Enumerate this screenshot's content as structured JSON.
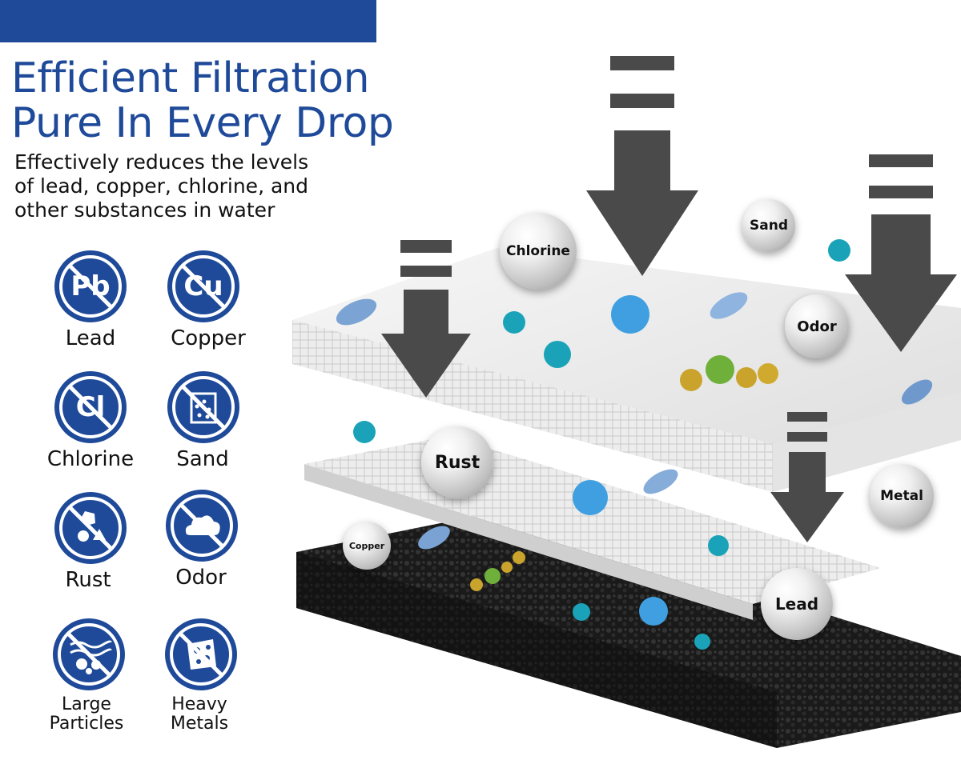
{
  "headline": {
    "line1": "Efficient Filtration",
    "line2": "Pure In Every Drop"
  },
  "subline": {
    "line1": "Effectively reduces the levels",
    "line2": "of lead, copper, chlorine, and",
    "line3": "other substances in water"
  },
  "badges": {
    "lead": {
      "symbol": "Pb",
      "label": "Lead"
    },
    "copper": {
      "symbol": "Cu",
      "label": "Copper"
    },
    "chlorine": {
      "symbol": "Cl",
      "label": "Chlorine"
    },
    "sand": {
      "label": "Sand"
    },
    "rust": {
      "label": "Rust"
    },
    "odor": {
      "label": "Odor"
    },
    "large_particles": {
      "line1": "Large",
      "line2": "Particles"
    },
    "heavy_metals": {
      "line1": "Heavy",
      "line2": "Metals"
    }
  },
  "bubbles": {
    "chlorine": "Chlorine",
    "sand": "Sand",
    "odor": "Odor",
    "rust": "Rust",
    "metal": "Metal",
    "copper": "Copper",
    "lead": "Lead"
  },
  "colors": {
    "brand_blue": "#1f4a99",
    "arrow_gray": "#4a4a4a",
    "carbon_black": "#1a1a1a"
  }
}
